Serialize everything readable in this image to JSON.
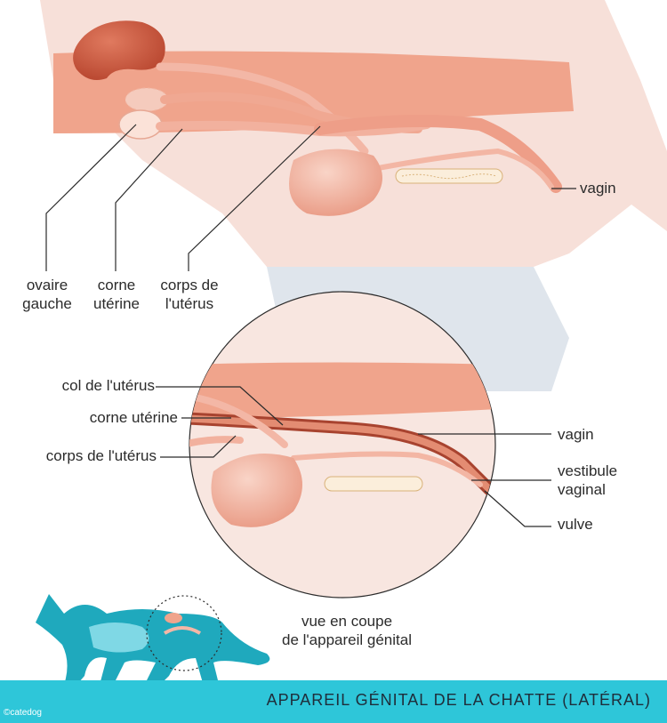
{
  "title": "APPAREIL GÉNITAL DE LA CHATTE (LATÉRAL)",
  "credit": "©catedog",
  "labels": {
    "vagin_top": "vagin",
    "ovaire_gauche": "ovaire\ngauche",
    "corne_uterine_top": "corne\nutérine",
    "corps_uterus_top": "corps de\nl'utérus",
    "col_uterus": "col de l'utérus",
    "corne_uterine_mid": "corne utérine",
    "corps_uterus_mid": "corps de l'utérus",
    "vagin_mid": "vagin",
    "vestibule_vaginal": "vestibule\nvaginal",
    "vulve": "vulve",
    "caption": "vue en coupe\nde l'appareil génital"
  },
  "colors": {
    "body_skin": "#f6dcd5",
    "muscle": "#f0a48c",
    "organ": "#f2b2a1",
    "kidney": "#c9563c",
    "bladder": "#f1b4a0",
    "hip_shadow": "#dfe5ec",
    "accent_cyan": "#2ec6d9",
    "cat_silhouette": "#1fa9bd"
  }
}
